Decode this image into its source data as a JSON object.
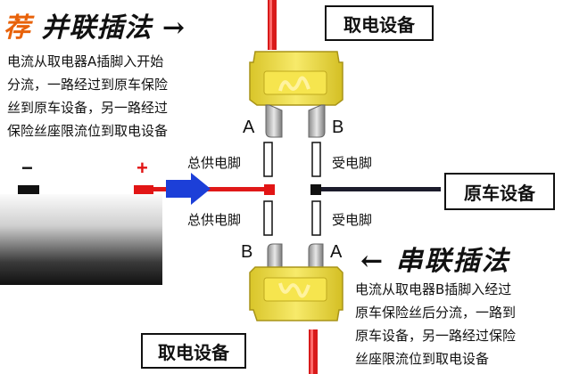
{
  "parallel_title": {
    "badge": "荐",
    "text": "并联插法",
    "arrow": "→"
  },
  "parallel_desc": [
    "电流从取电器A插脚入开始",
    "分流，一路经过到原车保险",
    "丝到原车设备，另一路经过",
    "保险丝座限流位到取电设备"
  ],
  "series_title": {
    "arrow": "←",
    "text": "串联插法"
  },
  "series_desc": [
    "电流从取电器B插脚入经过",
    "原车保险丝后分流，一路到",
    "原车设备，另一路经过保险",
    "丝座限流位到取电设备"
  ],
  "boxes": {
    "top_device": "取电设备",
    "original_device": "原车设备",
    "bottom_device": "取电设备"
  },
  "pin_labels": {
    "left_top": "总供电脚",
    "right_top": "受电脚",
    "left_bottom": "总供电脚",
    "right_bottom": "受电脚"
  },
  "pin_letters": {
    "top_a": "A",
    "top_b": "B",
    "bottom_b": "B",
    "bottom_a": "A"
  },
  "battery": {
    "neg": "−",
    "pos": "+"
  },
  "colors": {
    "fuse": "#f3e24a",
    "wire_red": "#e01818",
    "arrow_blue": "#1c3fd8",
    "dark_wire": "#1c1c2c"
  }
}
